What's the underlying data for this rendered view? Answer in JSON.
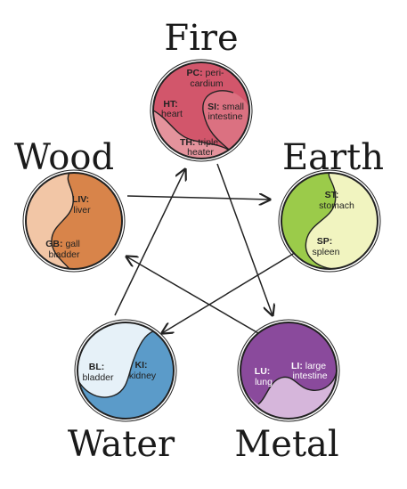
{
  "elements": {
    "fire": {
      "name": "Fire",
      "colors": {
        "main": "#d2566b",
        "light": "#e4939c",
        "mid": "#db7181"
      },
      "organs": [
        {
          "code": "PC:",
          "text": "peri-"
        },
        {
          "code": "",
          "text": "cardium"
        },
        {
          "code": "HT:",
          "text": ""
        },
        {
          "code": "",
          "text": "heart"
        },
        {
          "code": "SI:",
          "text": "small"
        },
        {
          "code": "",
          "text": "intestine"
        },
        {
          "code": "TH:",
          "text": "triple"
        },
        {
          "code": "",
          "text": "heater"
        }
      ]
    },
    "earth": {
      "name": "Earth",
      "colors": {
        "main": "#9bcb4a",
        "light": "#f1f4c0"
      },
      "organs": [
        {
          "code": "ST:",
          "text": ""
        },
        {
          "code": "",
          "text": "stomach"
        },
        {
          "code": "SP:",
          "text": ""
        },
        {
          "code": "",
          "text": "spleen"
        }
      ]
    },
    "metal": {
      "name": "Metal",
      "colors": {
        "main": "#8a4a9c",
        "light": "#d6b6db"
      },
      "organs": [
        {
          "code": "LU:",
          "text": ""
        },
        {
          "code": "",
          "text": "lung"
        },
        {
          "code": "LI:",
          "text": "large"
        },
        {
          "code": "",
          "text": "intestine"
        }
      ]
    },
    "water": {
      "name": "Water",
      "colors": {
        "main": "#5b9bc9",
        "light": "#e6f1f8"
      },
      "organs": [
        {
          "code": "BL:",
          "text": ""
        },
        {
          "code": "",
          "text": "bladder"
        },
        {
          "code": "KI:",
          "text": ""
        },
        {
          "code": "",
          "text": "kidney"
        }
      ]
    },
    "wood": {
      "name": "Wood",
      "colors": {
        "main": "#d8844a",
        "light": "#f2c6a6"
      },
      "organs": [
        {
          "code": "LIV:",
          "text": ""
        },
        {
          "code": "",
          "text": "liver"
        },
        {
          "code": "GB:",
          "text": "gall"
        },
        {
          "code": "",
          "text": "bladder"
        }
      ]
    }
  }
}
